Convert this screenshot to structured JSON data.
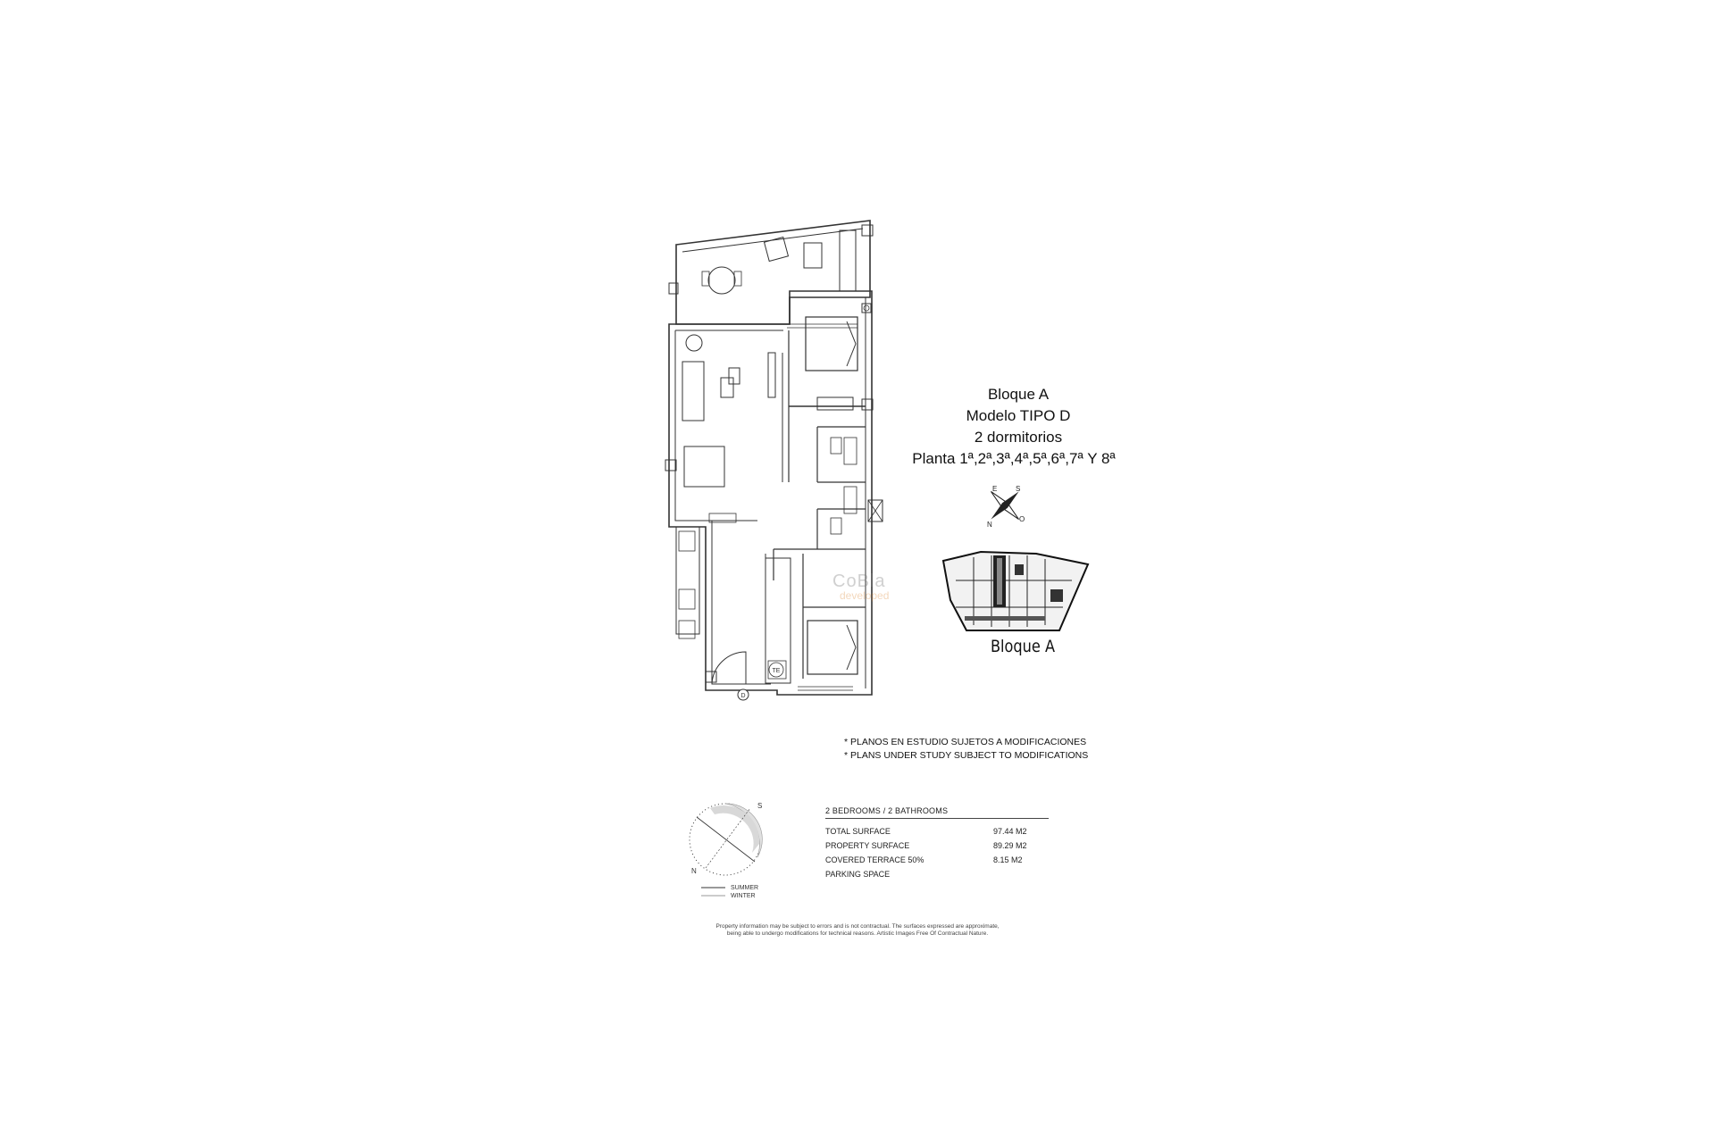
{
  "title": {
    "block": "Bloque A",
    "model": "Modelo TIPO D",
    "bedrooms": "2 dormitorios",
    "floors": "Planta 1ª,2ª,3ª,4ª,5ª,6ª,7ª Y 8ª"
  },
  "compass_labels": {
    "n": "N",
    "s": "S",
    "e": "E",
    "o": "O"
  },
  "block_key": {
    "label": "Bloque A"
  },
  "notes": [
    "* PLANOS EN ESTUDIO SUJETOS A MODIFICACIONES",
    "* PLANS UNDER STUDY SUBJECT TO MODIFICATIONS"
  ],
  "plan_labels": {
    "te": "TE",
    "entrance": "D"
  },
  "specs": {
    "heading": "2 BEDROOMS / 2 BATHROOMS",
    "rows": [
      {
        "label": "TOTAL SURFACE",
        "value": "97.44 M2"
      },
      {
        "label": "PROPERTY SURFACE",
        "value": "89.29 M2"
      },
      {
        "label": "COVERED TERRACE 50%",
        "value": "8.15 M2"
      },
      {
        "label": "PARKING SPACE",
        "value": ""
      }
    ]
  },
  "sun_legend": {
    "summer": "SUMMER",
    "winter": "WINTER",
    "s": "S",
    "n": "N"
  },
  "watermark": {
    "brand": "CoBla",
    "sub": "developed"
  },
  "disclaimer": [
    "Property information may be subject to errors and is not contractual. The surfaces expressed are approximate,",
    "being able to undergo modifications for technical reasons. Artistic Images Free Of Contractual Nature."
  ]
}
